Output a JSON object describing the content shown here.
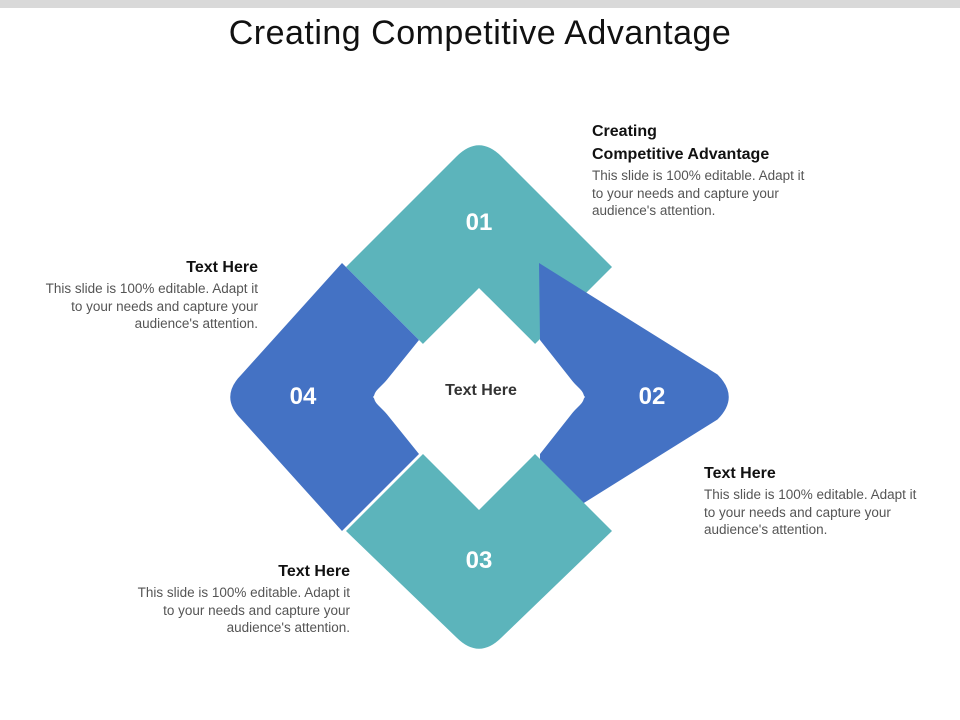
{
  "slide": {
    "title": "Creating Competitive Advantage",
    "center_label": "Text Here"
  },
  "segments": [
    {
      "number": "01",
      "color": "#5cb4bb"
    },
    {
      "number": "02",
      "color": "#4472c4"
    },
    {
      "number": "03",
      "color": "#5cb4bb"
    },
    {
      "number": "04",
      "color": "#4472c4"
    }
  ],
  "blocks": [
    {
      "heading_line1": "Creating",
      "heading_line2": "Competitive Advantage",
      "line1": "This slide is 100% editable. Adapt it",
      "line2": "to your needs and capture your",
      "line3": "audience's attention."
    },
    {
      "heading": "Text Here",
      "line1": "This slide is 100% editable. Adapt it",
      "line2": "to your needs and capture your",
      "line3": "audience's attention."
    },
    {
      "heading": "Text Here",
      "line1": "This slide is 100% editable. Adapt it",
      "line2": "to your needs and capture your",
      "line3": "audience's attention."
    },
    {
      "heading": "Text Here",
      "line1": "This slide is 100% editable. Adapt it",
      "line2": "to your needs and capture your",
      "line3": "audience's attention."
    }
  ]
}
